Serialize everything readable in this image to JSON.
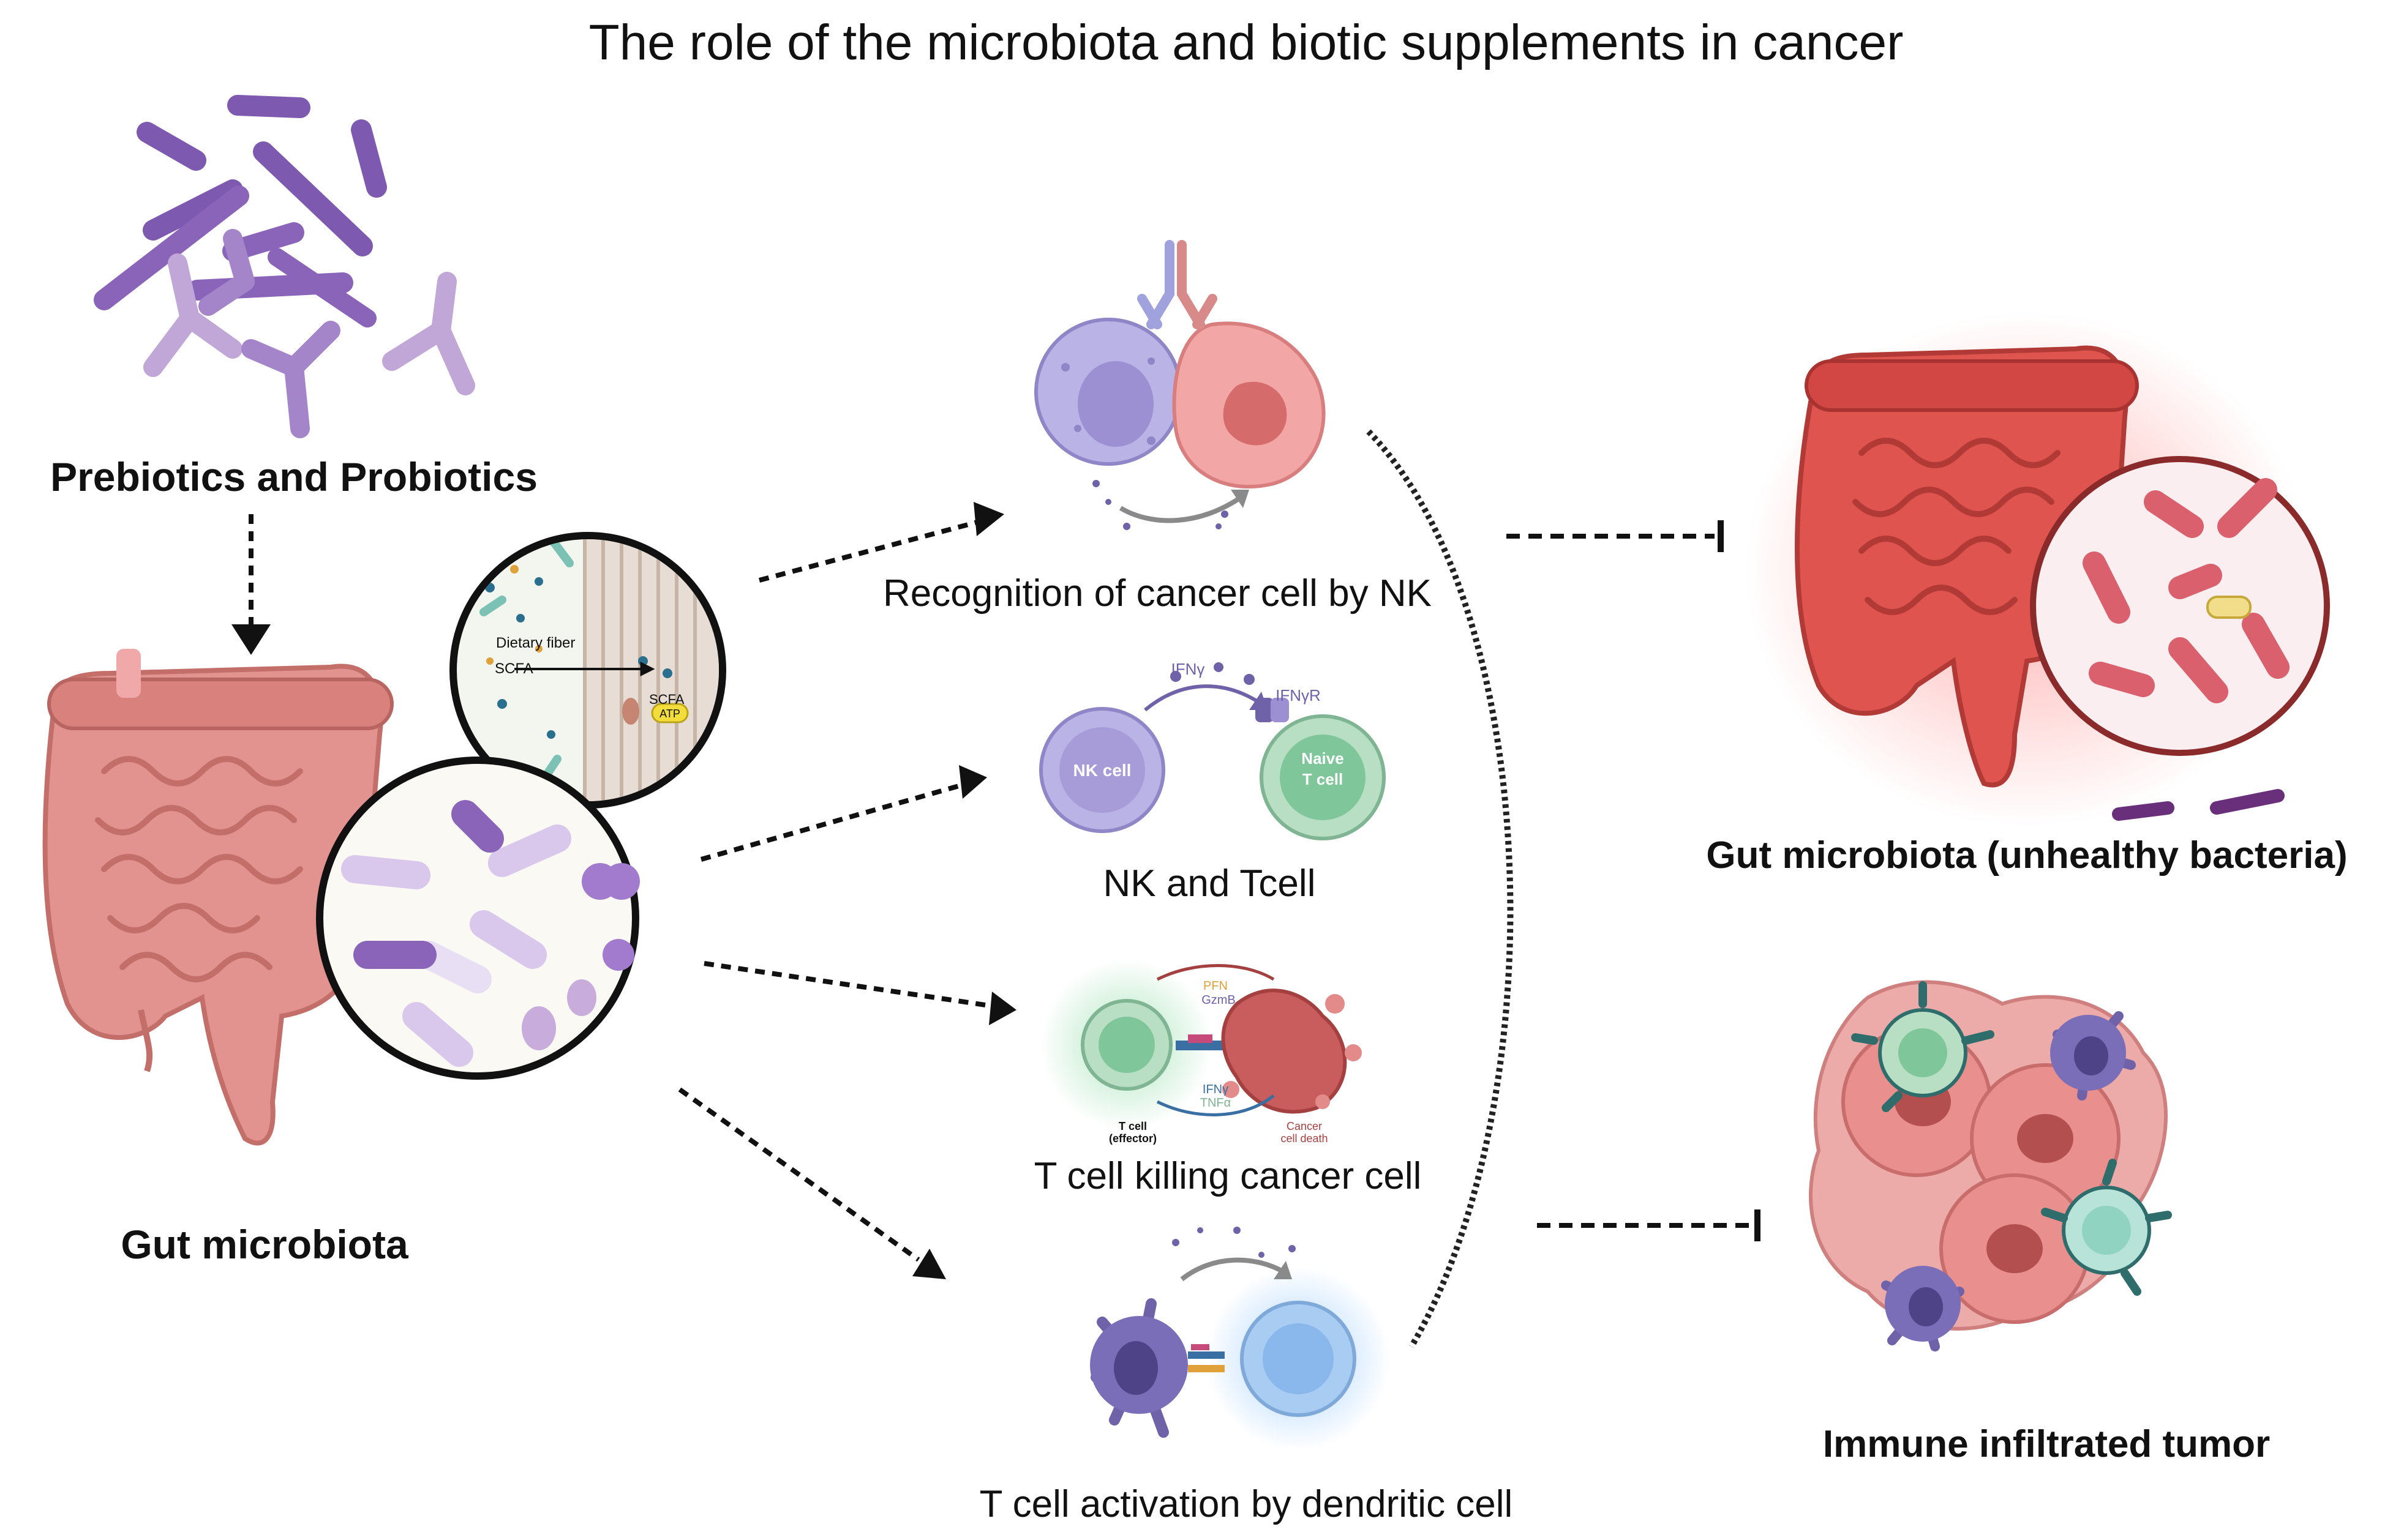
{
  "title": "The role of the microbiota and biotic supplements in cancer",
  "left": {
    "supplements_label": "Prebiotics and Probiotics",
    "gut_label": "Gut microbiota",
    "inset": {
      "dietary_fiber": "Dietary fiber",
      "scfa": "SCFA",
      "scfa2": "SCFA",
      "atp": "ATP"
    }
  },
  "middle": {
    "panels": [
      {
        "label": "Recognition of cancer cell by NK"
      },
      {
        "label": "NK and Tcell",
        "nk_cell": "NK cell",
        "naive_1": "Naive",
        "naive_2": "T cell",
        "ifng": "IFNγ",
        "ifngr": "IFNγR"
      },
      {
        "label": "T cell killing cancer cell",
        "pfn": "PFN",
        "gzmb": "GzmB",
        "ifng": "IFNγ",
        "tnfa": "TNFα",
        "tcell_1": "T cell",
        "tcell_2": "(effector)",
        "death_1": "Cancer",
        "death_2": "cell death"
      },
      {
        "label": "T cell activation by dendritic cell"
      }
    ]
  },
  "right": {
    "unhealthy_label": "Gut microbiota (unhealthy bacteria)",
    "tumor_label": "Immune infiltrated tumor"
  },
  "colors": {
    "probiotic_purple": "#8a64b8",
    "gut_pink": "#e3938f",
    "inflamed_red": "#e0544f",
    "nk_lavender": "#b9b3e6",
    "cancer_pink": "#f3a6a6",
    "tcell_green": "#7fc79a",
    "dc_purple": "#6f62a8"
  }
}
